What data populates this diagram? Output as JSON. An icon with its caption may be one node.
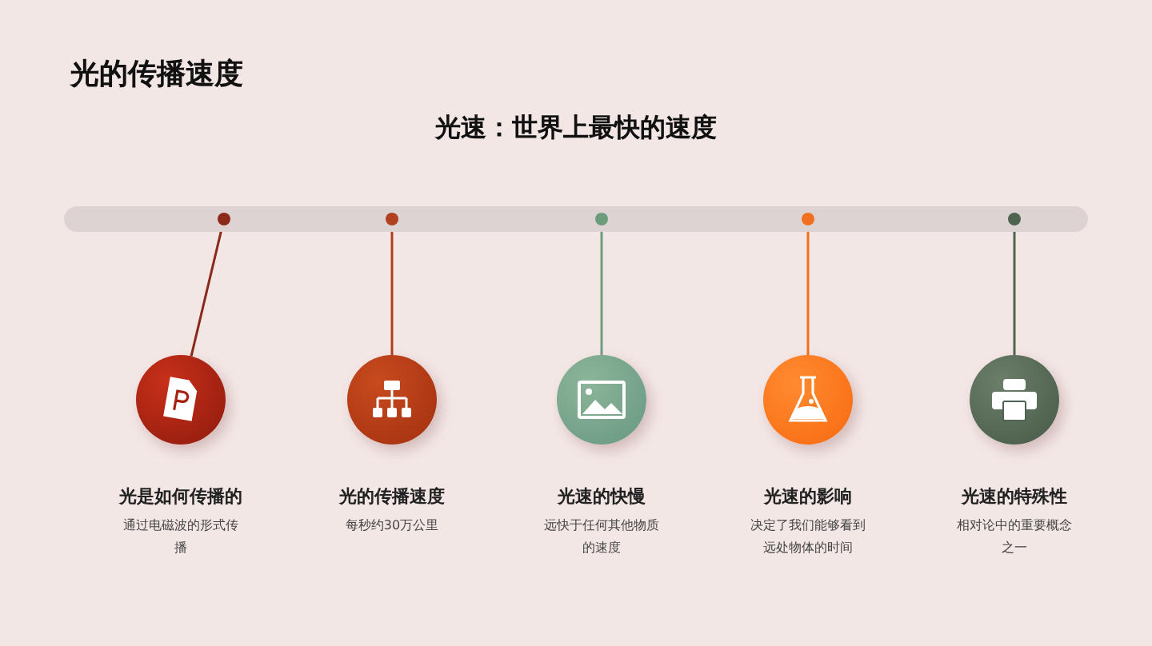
{
  "diagram": {
    "title": "光的传播速度",
    "nodes": [
      {
        "text": [],
        "shape": "circle"
      },
      {
        "text": [],
        "shape": "circle"
      },
      {
        "text": [],
        "shape": "circle"
      },
      {
        "text": [],
        "shape": "circle"
      },
      {
        "text": [],
        "shape": "circle"
      },
      {
        "text": [],
        "shape": "circle",
        "beside": [
          "光是如何传播的",
          "通过电磁波的形式传播"
        ]
      },
      {
        "text": [],
        "shape": "circle",
        "beside": [
          "光的传播速度",
          "每秒约30万公里"
        ]
      },
      {
        "text": [],
        "shape": "circle",
        "beside": [
          "光速的快慢",
          "远快于任何其他物质的速度"
        ]
      },
      {
        "text": [],
        "shape": "circle",
        "beside": [
          "光速的影响",
          "决定了我们能够看到远处物体的时间"
        ]
      },
      {
        "text": [],
        "shape": "circle",
        "beside": [
          "光速的特殊性",
          "相对论中的重要概念之一"
        ]
      }
    ],
    "edges": [
      {
        "from": 0,
        "to": 5,
        "arrow": "none",
        "color": "#8b2a1a"
      },
      {
        "from": 1,
        "to": 6,
        "arrow": "none",
        "color": "#b0401f"
      },
      {
        "from": 2,
        "to": 7,
        "arrow": "none",
        "color": "#6d9c7d"
      },
      {
        "from": 3,
        "to": 8,
        "arrow": "none",
        "color": "#f07020"
      },
      {
        "from": 4,
        "to": 9,
        "arrow": "none",
        "color": "#4f6450"
      }
    ],
    "labels": [
      "光速：世界上最快的速度"
    ]
  }
}
